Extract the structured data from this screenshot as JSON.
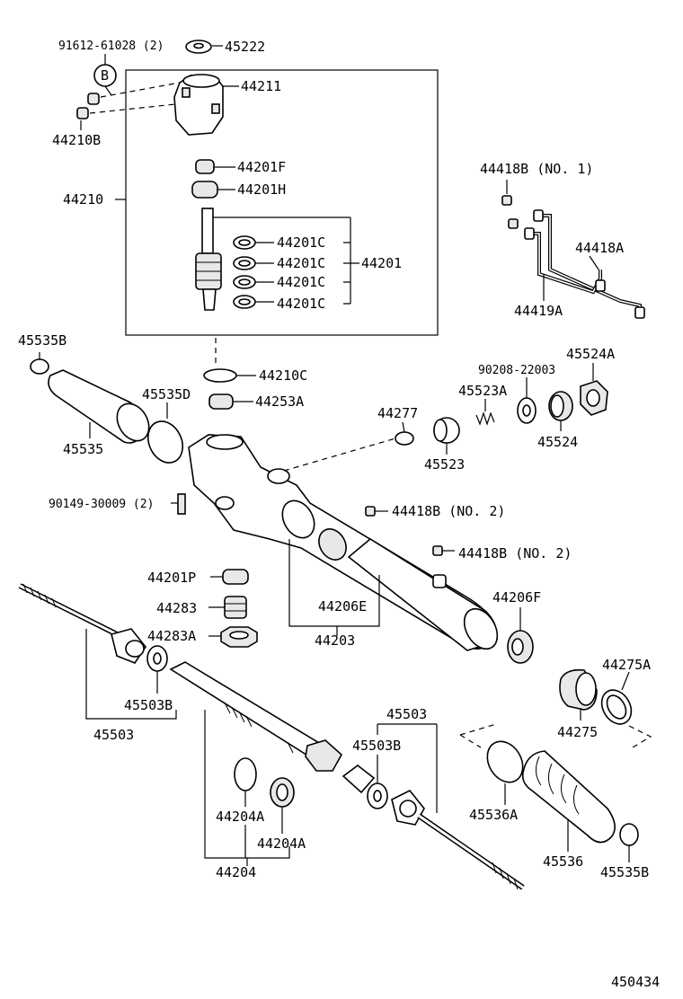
{
  "labels": {
    "p91612": "91612-61028 (2)",
    "p45222": "45222",
    "circleB": "B",
    "p44211": "44211",
    "p44210B": "44210B",
    "p44201F": "44201F",
    "p44201H": "44201H",
    "p44210": "44210",
    "p44201C_1": "44201C",
    "p44201C_2": "44201C",
    "p44201C_3": "44201C",
    "p44201C_4": "44201C",
    "p44201": "44201",
    "p44418B_no1": "44418B (NO. 1)",
    "p44418A": "44418A",
    "p44419A": "44419A",
    "p45535B_top": "45535B",
    "p44210C": "44210C",
    "p45535D": "45535D",
    "p44253A": "44253A",
    "p90208": "90208-22003",
    "p45524A": "45524A",
    "p45523A": "45523A",
    "p44277": "44277",
    "p45535": "45535",
    "p45524": "45524",
    "p45523": "45523",
    "p90149": "90149-30009 (2)",
    "p44418B_no2a": "44418B (NO. 2)",
    "p44418B_no2b": "44418B (NO. 2)",
    "p44201P": "44201P",
    "p44283": "44283",
    "p44206E": "44206E",
    "p44206F": "44206F",
    "p44283A": "44283A",
    "p44203": "44203",
    "p44275A": "44275A",
    "p45503B_left": "45503B",
    "p44275": "44275",
    "p45503_left": "45503",
    "p45503_right": "45503",
    "p45503B_right": "45503B",
    "p45536A": "45536A",
    "p44204A_1": "44204A",
    "p44204A_2": "44204A",
    "p44204": "44204",
    "p45536": "45536",
    "p45535B_bottom": "45535B",
    "diagram_id": "450434"
  }
}
